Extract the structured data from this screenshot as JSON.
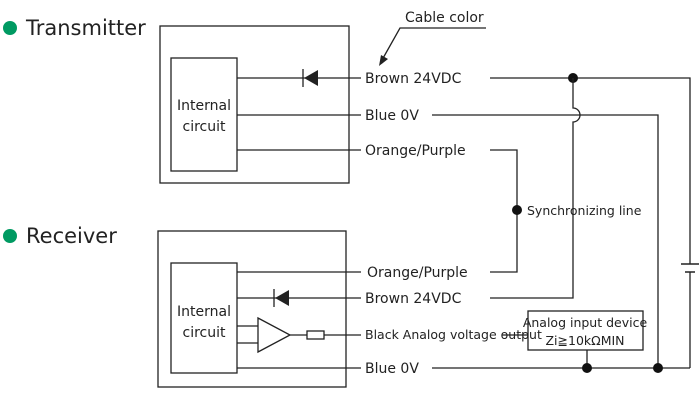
{
  "colors": {
    "bullet": "#009a62",
    "line": "#222222"
  },
  "transmitter": {
    "title": "Transmitter",
    "internal_line1": "Internal",
    "internal_line2": "circuit",
    "wires": [
      "Brown 24VDC",
      "Blue 0V",
      "Orange/Purple"
    ]
  },
  "receiver": {
    "title": "Receiver",
    "internal_line1": "Internal",
    "internal_line2": "circuit",
    "wires": [
      "Orange/Purple",
      "Brown 24VDC",
      "Black Analog voltage output",
      "Blue 0V"
    ]
  },
  "annotations": {
    "cable_color": "Cable color",
    "sync_line": "Synchronizing line"
  },
  "analog_device": {
    "line1": "Analog input device",
    "line2": "Zi≧10kΩMIN"
  }
}
